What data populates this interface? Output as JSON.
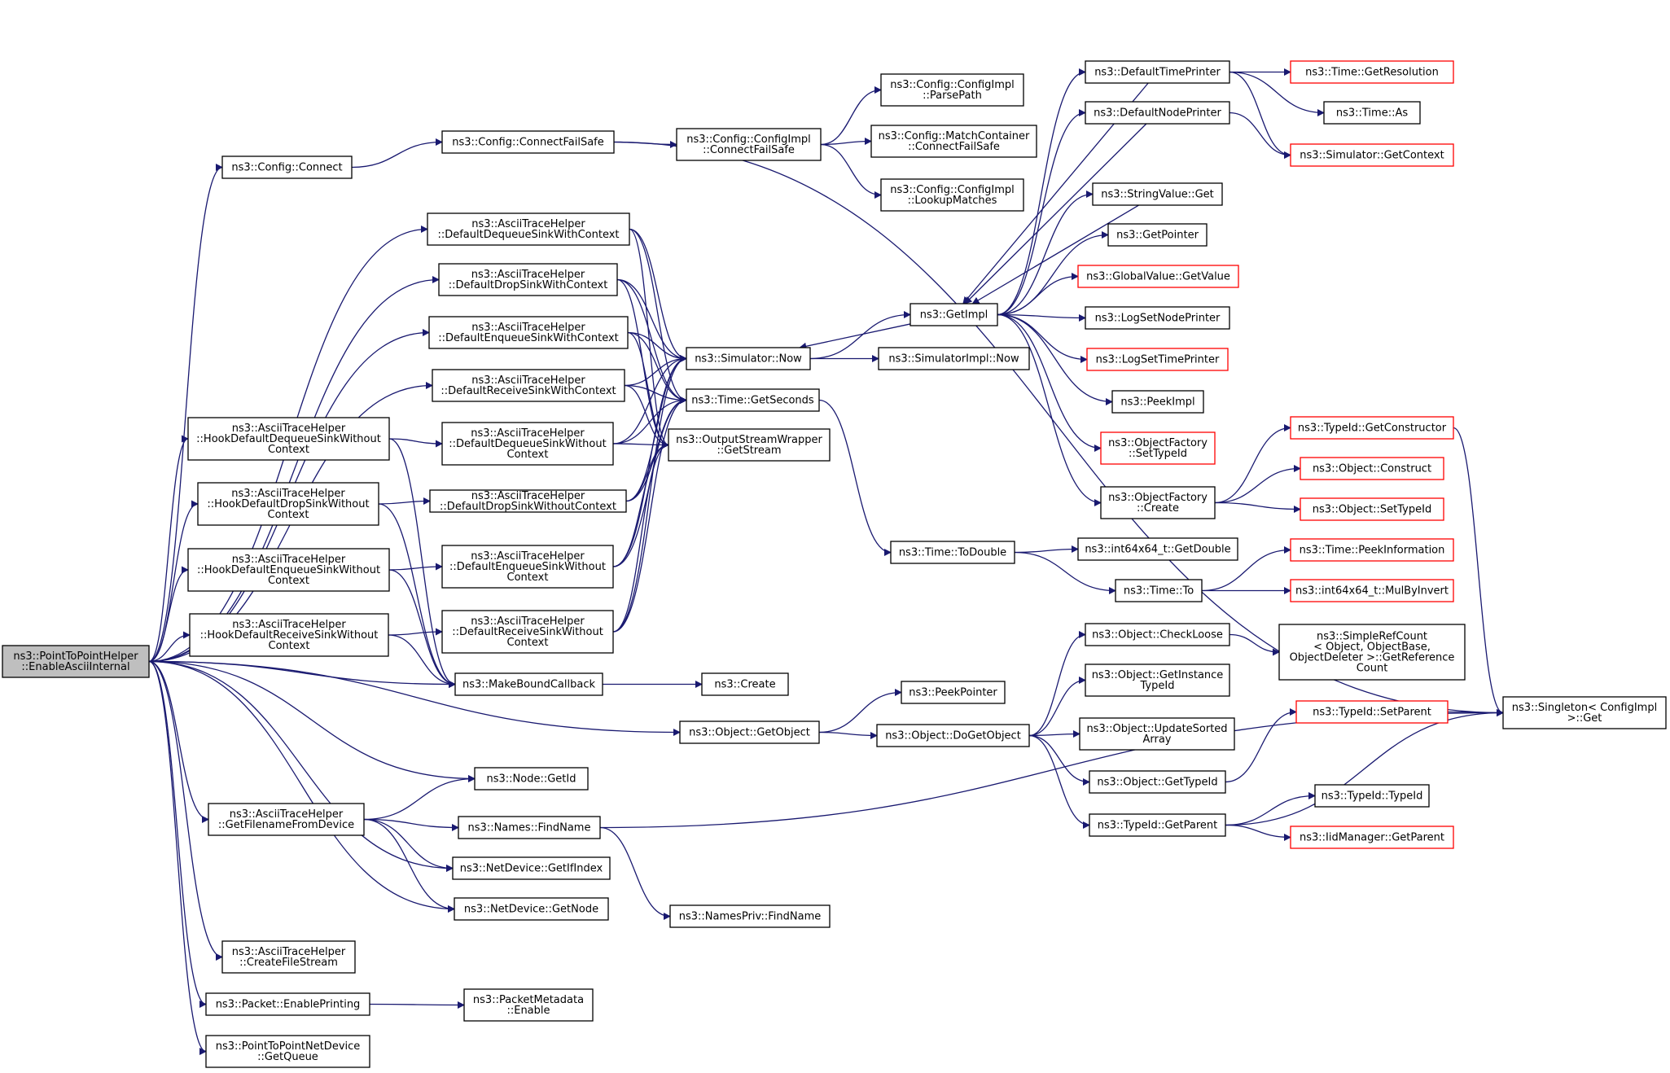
{
  "graph": {
    "edge_color": "#191970",
    "root_fill": "#bfbfbf",
    "truncated_border": "#ff0000",
    "nodes": [
      {
        "id": "root",
        "lines": [
          "ns3::PointToPointHelper",
          "::EnableAsciiInternal"
        ],
        "kind": "root"
      },
      {
        "id": "cfg_connect",
        "lines": [
          "ns3::Config::Connect"
        ]
      },
      {
        "id": "cfg_cfs",
        "lines": [
          "ns3::Config::ConnectFailSafe"
        ]
      },
      {
        "id": "cfgi_cfs",
        "lines": [
          "ns3::Config::ConfigImpl",
          "::ConnectFailSafe"
        ]
      },
      {
        "id": "cfgi_pp",
        "lines": [
          "ns3::Config::ConfigImpl",
          "::ParsePath"
        ]
      },
      {
        "id": "cfg_mc",
        "lines": [
          "ns3::Config::MatchContainer",
          "::ConnectFailSafe"
        ]
      },
      {
        "id": "cfgi_lm",
        "lines": [
          "ns3::Config::ConfigImpl",
          "::LookupMatches"
        ]
      },
      {
        "id": "ath_ddswc",
        "lines": [
          "ns3::AsciiTraceHelper",
          "::DefaultDequeueSinkWithContext"
        ]
      },
      {
        "id": "ath_drswc",
        "lines": [
          "ns3::AsciiTraceHelper",
          "::DefaultDropSinkWithContext"
        ]
      },
      {
        "id": "ath_deswc",
        "lines": [
          "ns3::AsciiTraceHelper",
          "::DefaultEnqueueSinkWithContext"
        ]
      },
      {
        "id": "ath_drcswc",
        "lines": [
          "ns3::AsciiTraceHelper",
          "::DefaultReceiveSinkWithContext"
        ]
      },
      {
        "id": "ath_hddsw",
        "lines": [
          "ns3::AsciiTraceHelper",
          "::HookDefaultDequeueSinkWithout",
          "Context"
        ]
      },
      {
        "id": "ath_hdrsw",
        "lines": [
          "ns3::AsciiTraceHelper",
          "::HookDefaultDropSinkWithout",
          "Context"
        ]
      },
      {
        "id": "ath_hdesw",
        "lines": [
          "ns3::AsciiTraceHelper",
          "::HookDefaultEnqueueSinkWithout",
          "Context"
        ]
      },
      {
        "id": "ath_hdrcsw",
        "lines": [
          "ns3::AsciiTraceHelper",
          "::HookDefaultReceiveSinkWithout",
          "Context"
        ]
      },
      {
        "id": "ath_ddswo",
        "lines": [
          "ns3::AsciiTraceHelper",
          "::DefaultDequeueSinkWithout",
          "Context"
        ]
      },
      {
        "id": "ath_drswo",
        "lines": [
          "ns3::AsciiTraceHelper",
          "::DefaultDropSinkWithoutContext"
        ]
      },
      {
        "id": "ath_deswo",
        "lines": [
          "ns3::AsciiTraceHelper",
          "::DefaultEnqueueSinkWithout",
          "Context"
        ]
      },
      {
        "id": "ath_drcswo",
        "lines": [
          "ns3::AsciiTraceHelper",
          "::DefaultReceiveSinkWithout",
          "Context"
        ]
      },
      {
        "id": "sim_now",
        "lines": [
          "ns3::Simulator::Now"
        ]
      },
      {
        "id": "time_gs",
        "lines": [
          "ns3::Time::GetSeconds"
        ]
      },
      {
        "id": "osw_gs",
        "lines": [
          "ns3::OutputStreamWrapper",
          "::GetStream"
        ]
      },
      {
        "id": "mbc",
        "lines": [
          "ns3::MakeBoundCallback"
        ]
      },
      {
        "id": "create",
        "lines": [
          "ns3::Create"
        ]
      },
      {
        "id": "obj_go",
        "lines": [
          "ns3::Object::GetObject"
        ]
      },
      {
        "id": "peekptr",
        "lines": [
          "ns3::PeekPointer"
        ]
      },
      {
        "id": "obj_dgo",
        "lines": [
          "ns3::Object::DoGetObject"
        ]
      },
      {
        "id": "node_gid",
        "lines": [
          "ns3::Node::GetId"
        ]
      },
      {
        "id": "ath_gffd",
        "lines": [
          "ns3::AsciiTraceHelper",
          "::GetFilenameFromDevice"
        ]
      },
      {
        "id": "names_fn",
        "lines": [
          "ns3::Names::FindName"
        ]
      },
      {
        "id": "namesp_fn",
        "lines": [
          "ns3::NamesPriv::FindName"
        ]
      },
      {
        "id": "nd_gii",
        "lines": [
          "ns3::NetDevice::GetIfIndex"
        ]
      },
      {
        "id": "nd_gn",
        "lines": [
          "ns3::NetDevice::GetNode"
        ]
      },
      {
        "id": "ath_cfs",
        "lines": [
          "ns3::AsciiTraceHelper",
          "::CreateFileStream"
        ]
      },
      {
        "id": "pkt_ep",
        "lines": [
          "ns3::Packet::EnablePrinting"
        ]
      },
      {
        "id": "pm_en",
        "lines": [
          "ns3::PacketMetadata",
          "::Enable"
        ]
      },
      {
        "id": "p2pnd_gq",
        "lines": [
          "ns3::PointToPointNetDevice",
          "::GetQueue"
        ]
      },
      {
        "id": "getimpl",
        "lines": [
          "ns3::GetImpl"
        ]
      },
      {
        "id": "simimpl_now",
        "lines": [
          "ns3::SimulatorImpl::Now"
        ]
      },
      {
        "id": "time_td",
        "lines": [
          "ns3::Time::ToDouble"
        ]
      },
      {
        "id": "i64_gd",
        "lines": [
          "ns3::int64x64_t::GetDouble"
        ]
      },
      {
        "id": "time_to",
        "lines": [
          "ns3::Time::To"
        ]
      },
      {
        "id": "dtp",
        "lines": [
          "ns3::DefaultTimePrinter"
        ]
      },
      {
        "id": "dnp",
        "lines": [
          "ns3::DefaultNodePrinter"
        ]
      },
      {
        "id": "sv_get",
        "lines": [
          "ns3::StringValue::Get"
        ]
      },
      {
        "id": "getptr",
        "lines": [
          "ns3::GetPointer"
        ]
      },
      {
        "id": "gv_gv",
        "lines": [
          "ns3::GlobalValue::GetValue"
        ],
        "kind": "trunc"
      },
      {
        "id": "lsnp",
        "lines": [
          "ns3::LogSetNodePrinter"
        ]
      },
      {
        "id": "lstp",
        "lines": [
          "ns3::LogSetTimePrinter"
        ],
        "kind": "trunc"
      },
      {
        "id": "peekimpl",
        "lines": [
          "ns3::PeekImpl"
        ]
      },
      {
        "id": "of_sti",
        "lines": [
          "ns3::ObjectFactory",
          "::SetTypeId"
        ],
        "kind": "trunc"
      },
      {
        "id": "of_create",
        "lines": [
          "ns3::ObjectFactory",
          "::Create"
        ]
      },
      {
        "id": "time_gr",
        "lines": [
          "ns3::Time::GetResolution"
        ],
        "kind": "trunc"
      },
      {
        "id": "time_as",
        "lines": [
          "ns3::Time::As"
        ]
      },
      {
        "id": "sim_gc",
        "lines": [
          "ns3::Simulator::GetContext"
        ],
        "kind": "trunc"
      },
      {
        "id": "tid_gc",
        "lines": [
          "ns3::TypeId::GetConstructor"
        ],
        "kind": "trunc"
      },
      {
        "id": "obj_construct",
        "lines": [
          "ns3::Object::Construct"
        ],
        "kind": "trunc"
      },
      {
        "id": "obj_sti",
        "lines": [
          "ns3::Object::SetTypeId"
        ],
        "kind": "trunc"
      },
      {
        "id": "time_pi",
        "lines": [
          "ns3::Time::PeekInformation"
        ],
        "kind": "trunc"
      },
      {
        "id": "i64_mbi",
        "lines": [
          "ns3::int64x64_t::MulByInvert"
        ],
        "kind": "trunc"
      },
      {
        "id": "obj_cl",
        "lines": [
          "ns3::Object::CheckLoose"
        ]
      },
      {
        "id": "src_grc",
        "lines": [
          "ns3::SimpleRefCount",
          "< Object, ObjectBase,",
          " ObjectDeleter >::GetReference",
          "Count"
        ]
      },
      {
        "id": "obj_git",
        "lines": [
          "ns3::Object::GetInstance",
          "TypeId"
        ]
      },
      {
        "id": "obj_usa",
        "lines": [
          "ns3::Object::UpdateSorted",
          "Array"
        ]
      },
      {
        "id": "obj_gtid",
        "lines": [
          "ns3::Object::GetTypeId"
        ]
      },
      {
        "id": "tid_gp",
        "lines": [
          "ns3::TypeId::GetParent"
        ]
      },
      {
        "id": "tid_sp",
        "lines": [
          "ns3::TypeId::SetParent"
        ],
        "kind": "trunc"
      },
      {
        "id": "tid_tid",
        "lines": [
          "ns3::TypeId::TypeId"
        ]
      },
      {
        "id": "iid_gp",
        "lines": [
          "ns3::IidManager::GetParent"
        ],
        "kind": "trunc"
      },
      {
        "id": "singleton",
        "lines": [
          "ns3::Singleton< ConfigImpl",
          " >::Get"
        ]
      }
    ]
  }
}
